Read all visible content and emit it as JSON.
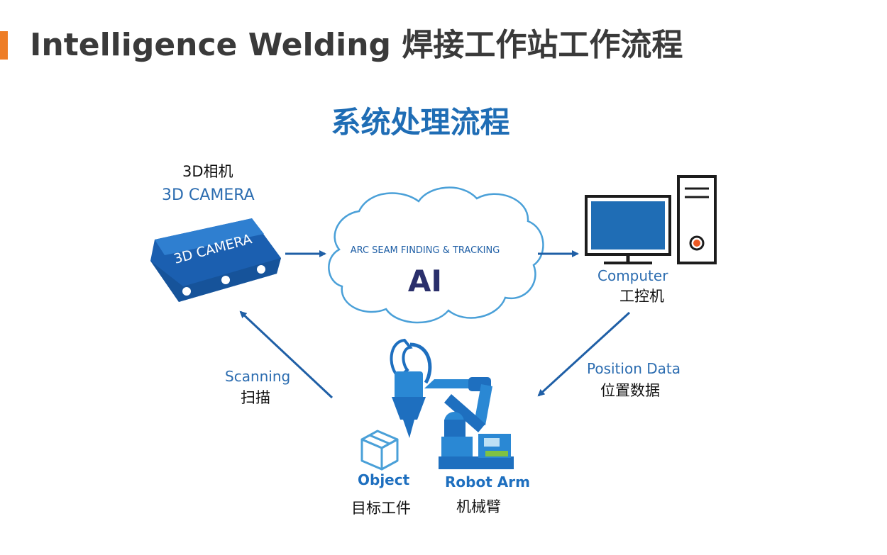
{
  "header": {
    "title": "Intelligence Welding 焊接工作站工作流程",
    "accent_color": "#ee7d26"
  },
  "diagram": {
    "title": "系统处理流程",
    "camera": {
      "label_zh": "3D相机",
      "label_en": "3D CAMERA",
      "body_text": "3D CAMERA"
    },
    "cloud": {
      "caption": "ARC SEAM FINDING & TRACKING",
      "core": "AI"
    },
    "computer": {
      "label_en": "Computer",
      "label_zh": "工控机"
    },
    "position_data": {
      "label_en": "Position Data",
      "label_zh": "位置数据"
    },
    "scanning": {
      "label_en": "Scanning",
      "label_zh": "扫描"
    },
    "object": {
      "label_en": "Object",
      "label_zh": "目标工件"
    },
    "robot_arm": {
      "label_en": "Robot Arm",
      "label_zh": "机械臂"
    },
    "colors": {
      "primary_blue": "#1f6db5",
      "light_blue": "#4aa0d8",
      "arrow_blue": "#1f5fa6"
    }
  }
}
